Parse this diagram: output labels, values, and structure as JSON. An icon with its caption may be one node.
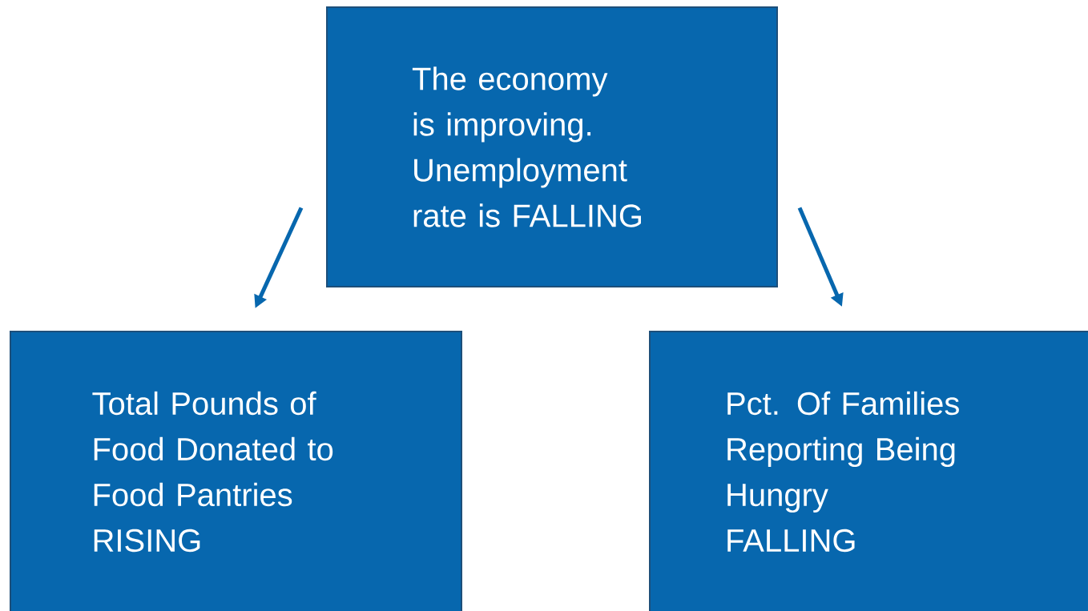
{
  "diagram": {
    "nodes": [
      {
        "text": [
          "The economy is improving. Unemployment rate is FALLING"
        ]
      },
      {
        "text": [
          "Total Pounds of Food Donated to Food Pantries",
          "RISING"
        ]
      },
      {
        "text": [
          "Pct. Of Families Reporting Being Hungry",
          "FALLING"
        ]
      }
    ],
    "edges": [
      {
        "from": 0,
        "to": 1,
        "arrow": "to"
      },
      {
        "from": 0,
        "to": 2,
        "arrow": "to"
      }
    ]
  }
}
